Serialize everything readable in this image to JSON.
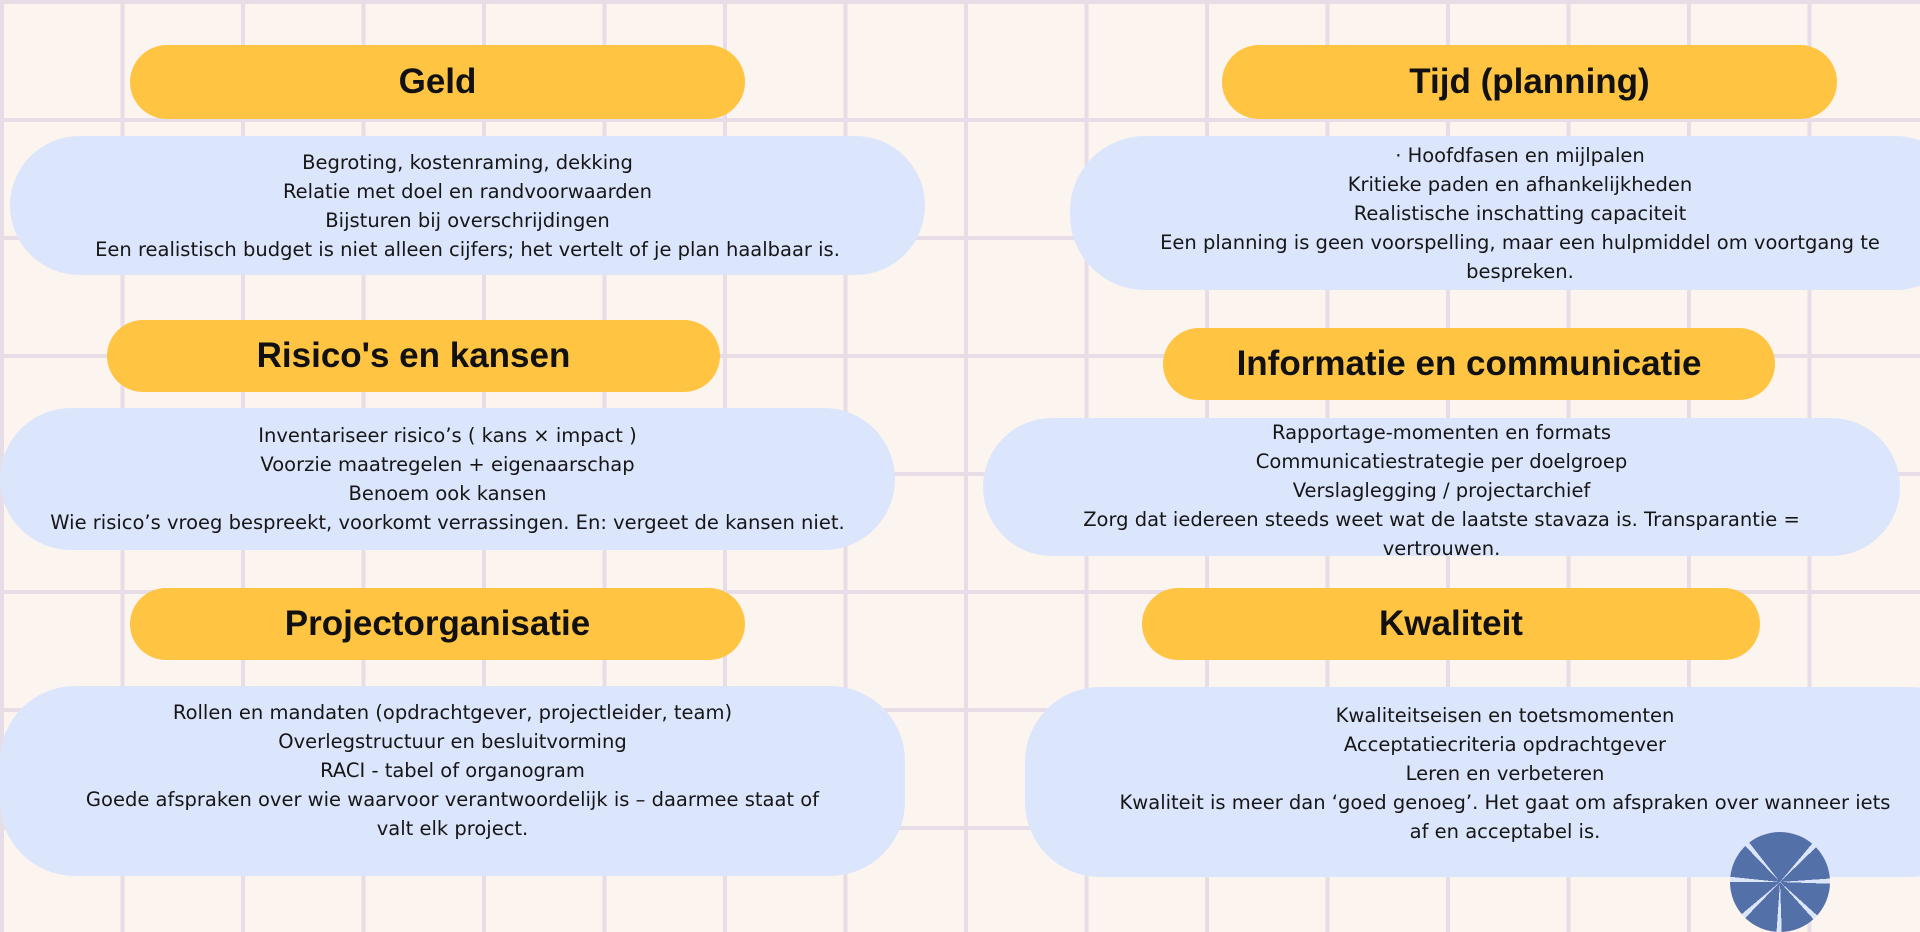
{
  "sections": {
    "geld": {
      "title": "Geld",
      "lines": [
        "Begroting, kostenraming, dekking",
        "Relatie met doel en randvoorwaarden",
        "Bijsturen bij overschrijdingen",
        "Een realistisch budget is niet alleen cijfers; het vertelt of je plan haalbaar is."
      ]
    },
    "risico": {
      "title": "Risico's en kansen",
      "lines": [
        "Inventariseer risico’s ( kans × impact )",
        "Voorzie maatregelen + eigenaarschap",
        "Benoem ook kansen",
        "Wie risico’s vroeg bespreekt, voorkomt verrassingen. En: vergeet de kansen niet."
      ]
    },
    "organisatie": {
      "title": "Projectorganisatie",
      "lines": [
        "Rollen en mandaten (opdrachtgever, projectleider, team)",
        "Overlegstructuur en besluitvorming",
        "RACI - tabel of organogram",
        "Goede afspraken over wie waarvoor verantwoordelijk is – daarmee staat of",
        "valt elk project."
      ]
    },
    "tijd": {
      "title": "Tijd (planning)",
      "lines": [
        "· Hoofdfasen en mijlpalen",
        "Kritieke paden en afhankelijkheden",
        "Realistische inschatting capaciteit",
        "Een planning is geen voorspelling, maar een hulpmiddel om voortgang te",
        "bespreken."
      ]
    },
    "informatie": {
      "title": "Informatie en communicatie",
      "lines": [
        "Rapportage-momenten en formats",
        "Communicatiestrategie per doelgroep",
        "Verslaglegging / projectarchief",
        "Zorg dat iedereen steeds weet wat de laatste stavaza is. Transparantie =",
        "vertrouwen."
      ]
    },
    "kwaliteit": {
      "title": "Kwaliteit",
      "lines": [
        "Kwaliteitseisen en toetsmomenten",
        "Acceptatiecriteria opdrachtgever",
        "Leren en verbeteren",
        "Kwaliteit is meer dan ‘goed genoeg’. Het gaat om afspraken over wanneer iets",
        "af en acceptabel is."
      ]
    }
  },
  "colors": {
    "background": "#fcf4ee",
    "grid": "#e6dde6",
    "title_pill": "#fec442",
    "card": "#dbe5fc"
  }
}
